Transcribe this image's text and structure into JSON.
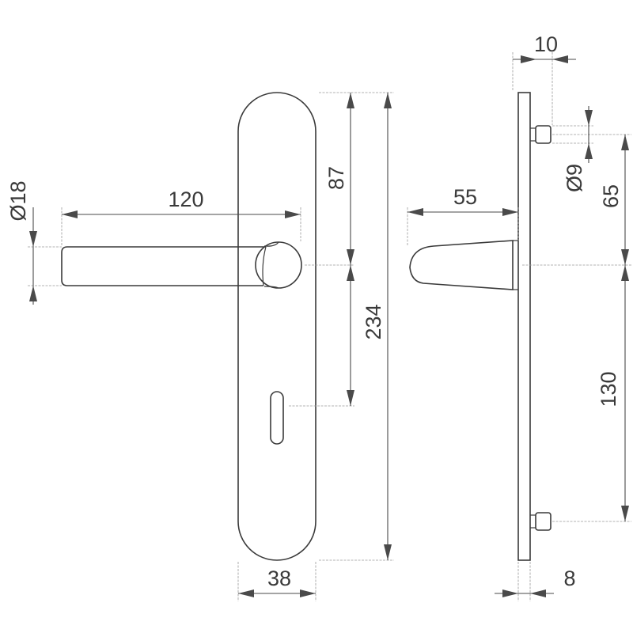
{
  "labels": {
    "lever_length": "120",
    "lever_diameter": "Ø18",
    "top_to_axis": "87",
    "axis_to_bottom": "234",
    "plate_width": "38",
    "projection": "55",
    "screw_offset": "10",
    "screw_diameter": "Ø9",
    "screw_to_axis": "65",
    "axis_to_lower_screw": "130",
    "plate_thickness": "8"
  },
  "colors": {
    "stroke": "#3a3a3a",
    "extension": "#9a9a9a",
    "background": "#ffffff"
  }
}
